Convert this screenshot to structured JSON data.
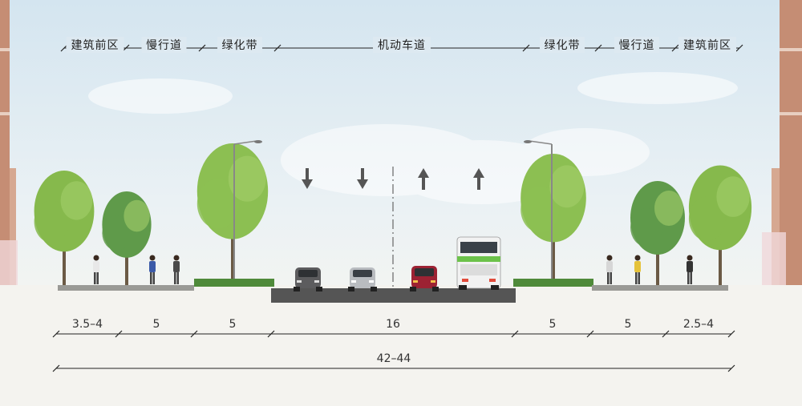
{
  "zones_top": [
    {
      "id": "front-left",
      "label": "建筑前区"
    },
    {
      "id": "slow-left",
      "label": "慢行道"
    },
    {
      "id": "green-left",
      "label": "绿化带"
    },
    {
      "id": "motor",
      "label": "机动车道"
    },
    {
      "id": "green-right",
      "label": "绿化带"
    },
    {
      "id": "slow-right",
      "label": "慢行道"
    },
    {
      "id": "front-right",
      "label": "建筑前区"
    }
  ],
  "widths_bottom": [
    {
      "id": "front-left",
      "label": "3.5–4"
    },
    {
      "id": "slow-left",
      "label": "5"
    },
    {
      "id": "green-left",
      "label": "5"
    },
    {
      "id": "motor",
      "label": "16"
    },
    {
      "id": "green-right",
      "label": "5"
    },
    {
      "id": "slow-right",
      "label": "5"
    },
    {
      "id": "front-right",
      "label": "2.5–4"
    }
  ],
  "total_width": "42–44",
  "lane_arrows": [
    "down",
    "down",
    "up",
    "up"
  ],
  "colors": {
    "sky_top": "#dce9f2",
    "sky_bottom": "#f4f6f5",
    "tree": "#7db246",
    "tree_dark": "#4f8a3a",
    "road": "#4f4f4f",
    "building": "#c58d74",
    "bus_stripe": "#6cc24a"
  },
  "icons": [
    "lane-arrow-down-icon",
    "lane-arrow-up-icon",
    "car-icon",
    "bus-icon",
    "tree-icon",
    "street-lamp-icon",
    "pedestrian-icon"
  ]
}
